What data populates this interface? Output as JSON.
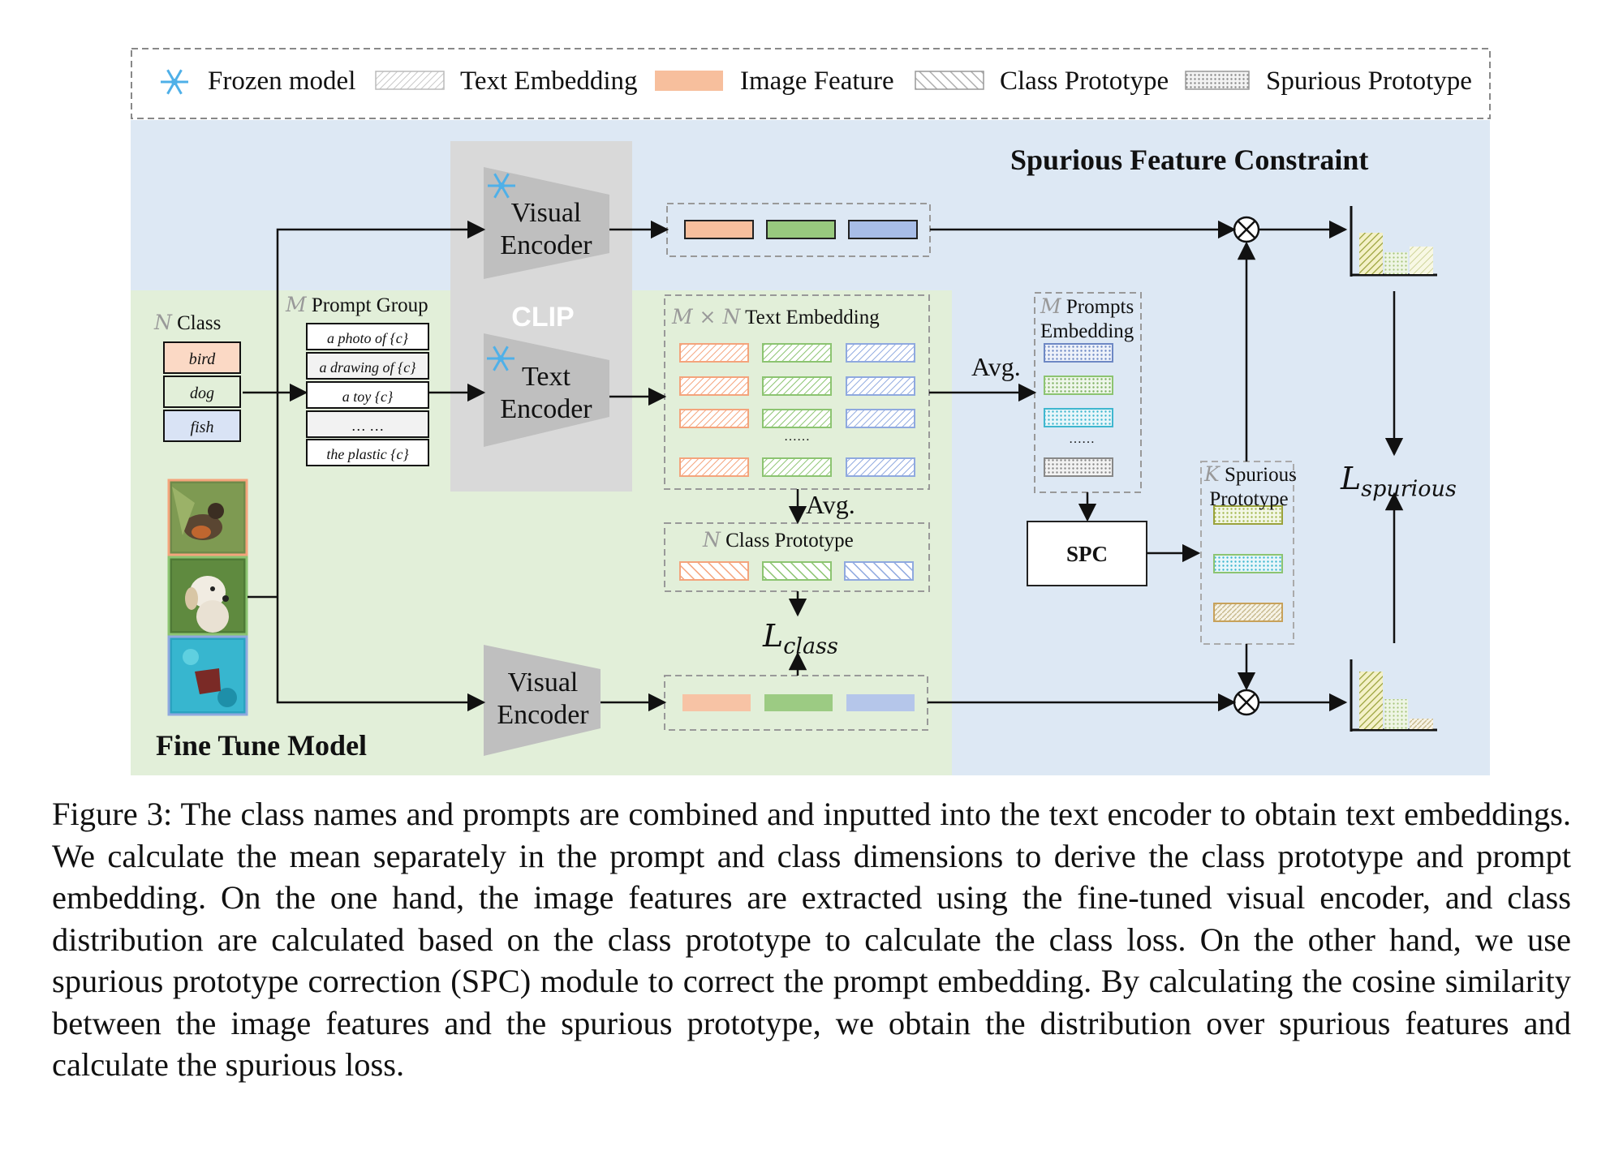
{
  "legend": {
    "frozen_model": "Frozen model",
    "text_embedding": "Text Embedding",
    "image_feature": "Image Feature",
    "class_prototype": "Class Prototype",
    "spurious_prototype": "Spurious Prototype"
  },
  "sections": {
    "spurious_constraint": "Spurious Feature Constraint",
    "fine_tune": "Fine Tune Model",
    "clip": "CLIP"
  },
  "encoders": {
    "visual_top": [
      "Visual",
      "Encoder"
    ],
    "text": [
      "Text",
      "Encoder"
    ],
    "visual_bottom": [
      "Visual",
      "Encoder"
    ]
  },
  "class_list": {
    "symbol": "N",
    "title": "Class",
    "items": [
      "bird",
      "dog",
      "fish"
    ]
  },
  "prompt_group": {
    "symbol": "M",
    "title": "Prompt Group",
    "items": [
      "a photo of {c}",
      "a drawing of {c}",
      "a toy {c}",
      "… …",
      "the plastic {c}"
    ]
  },
  "text_embedding_box": {
    "symbol": "M × N",
    "title": "Text Embedding",
    "dots": "……"
  },
  "avg_labels": {
    "right": "Avg.",
    "down": "Avg."
  },
  "class_prototype_box": {
    "symbol": "N",
    "title": "Class Prototype"
  },
  "prompts_embedding_box": {
    "symbol": "M",
    "title_line1": "Prompts",
    "title_line2": "Embedding",
    "dots": "……"
  },
  "spc_label": "SPC",
  "spurious_prototype_box": {
    "symbol": "K",
    "title_line1": "Spurious",
    "title_line2": "Prototype"
  },
  "losses": {
    "class_main": "L",
    "class_sub": "class",
    "spurious_main": "L",
    "spurious_sub": "spurious"
  },
  "colors": {
    "orange": "#f4a47c",
    "green": "#8cc471",
    "blue": "#8fa9df",
    "cyan": "#3fb7cf",
    "blue_region": "#dde8f4",
    "green_region": "#e2efd9",
    "clip_gray": "#d9d9d9",
    "encoder_gray": "#bfbfbf"
  },
  "caption": "Figure 3: The class names and prompts are combined and inputted into the text encoder to obtain text embeddings. We calculate the mean separately in the prompt and class dimensions to derive the class prototype and prompt embedding. On the one hand, the image features are extracted using the fine-tuned visual encoder, and class distribution are calculated based on the class prototype to calculate the class loss. On the other hand, we use spurious prototype correction (SPC) module to correct the prompt embedding. By calculating the cosine similarity between the image features and the spurious prototype, we obtain the distribution over spurious features and calculate the spurious loss."
}
